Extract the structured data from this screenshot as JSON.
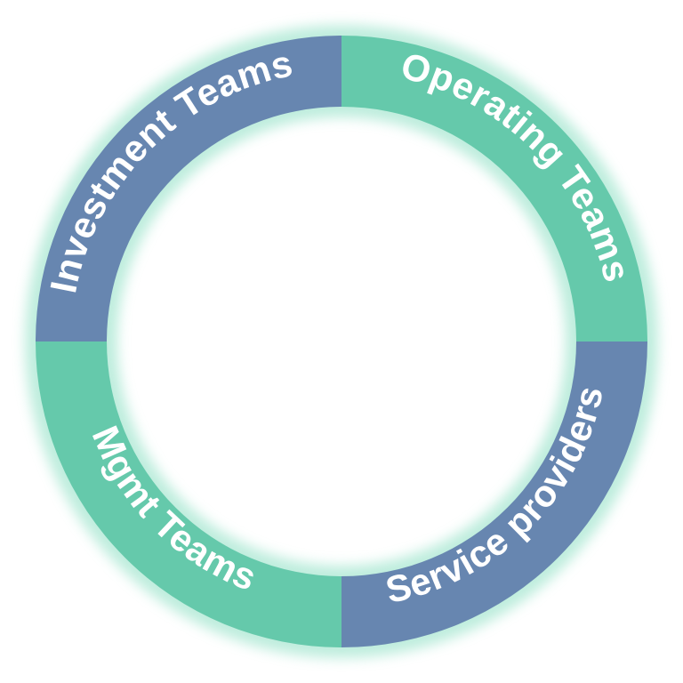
{
  "diagram": {
    "segments": [
      {
        "id": "investment",
        "label": "Investment Teams",
        "color": "#6786b0"
      },
      {
        "id": "operating",
        "label": "Operating Teams",
        "color": "#65c9ab"
      },
      {
        "id": "service",
        "label": "Service providers",
        "color": "#6786b0"
      },
      {
        "id": "mgmt",
        "label": "Mgmt Teams",
        "color": "#65c9ab"
      }
    ],
    "glow_color": "#a9e7d2"
  }
}
